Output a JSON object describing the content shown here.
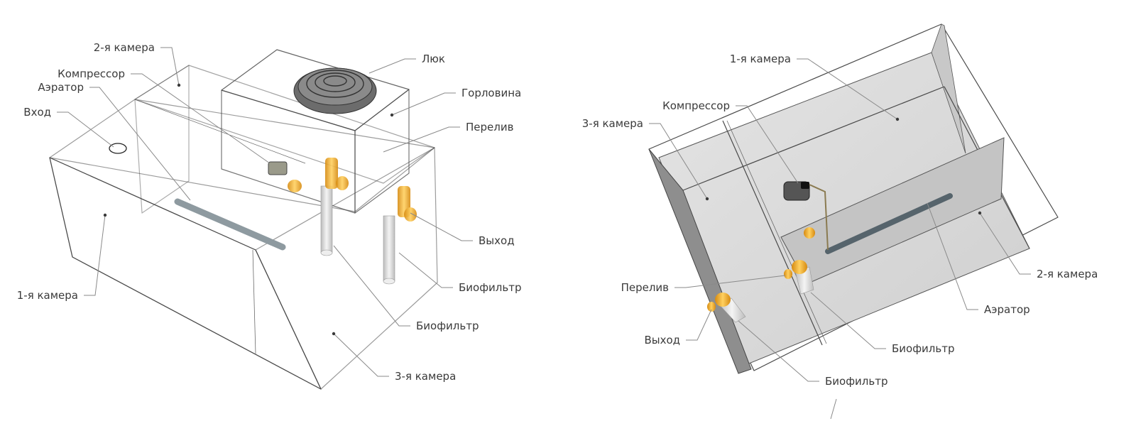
{
  "left_diagram": {
    "labels": {
      "chamber2": "2-я камера",
      "compressor": "Компрессор",
      "aerator": "Аэратор",
      "inlet": "Вход",
      "hatch": "Люк",
      "neck": "Горловина",
      "overflow": "Перелив",
      "outlet": "Выход",
      "biofilter_a": "Биофильтр",
      "biofilter_b": "Биофильтр",
      "chamber1": "1-я камера",
      "chamber3": "3-я камера"
    }
  },
  "right_diagram": {
    "labels": {
      "chamber1": "1-я камера",
      "compressor": "Компрессор",
      "chamber3": "3-я камера",
      "overflow": "Перелив",
      "outlet": "Выход",
      "chamber2": "2-я камера",
      "aerator": "Аэратор",
      "biofilter_a": "Биофильтр",
      "biofilter_b": "Биофильтр"
    }
  }
}
